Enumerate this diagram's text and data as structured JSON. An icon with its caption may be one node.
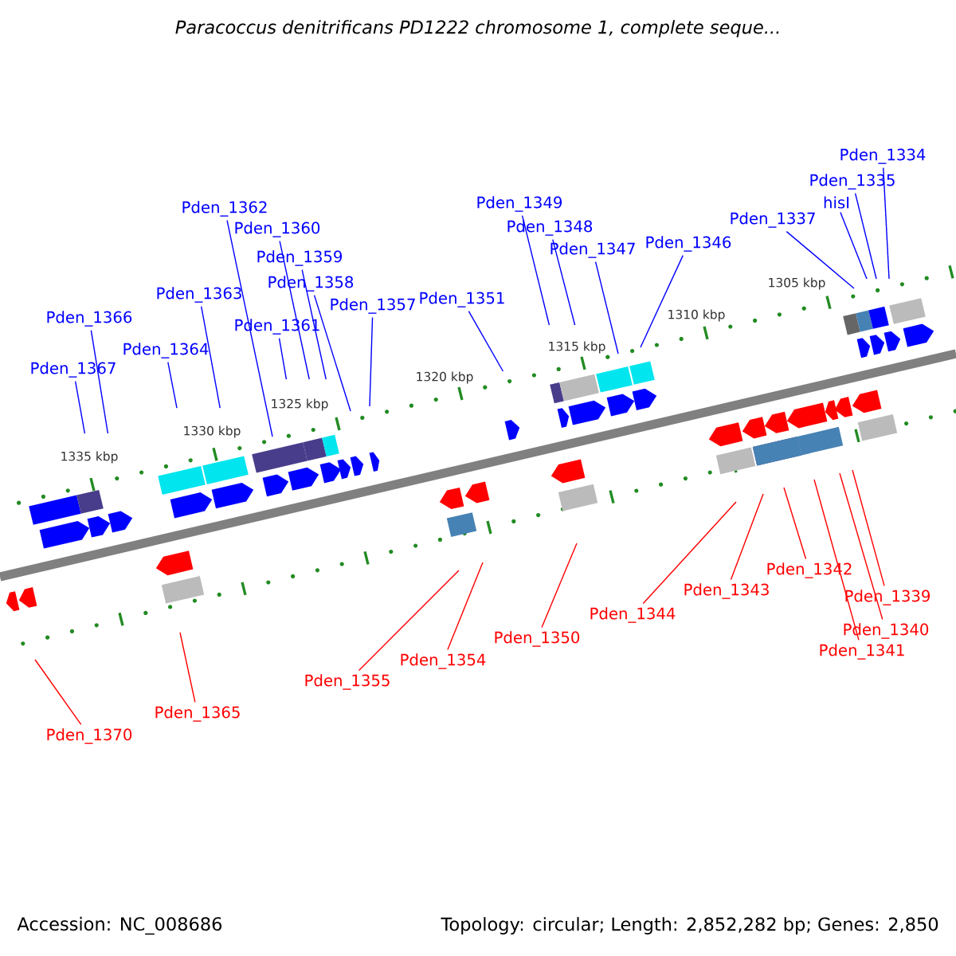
{
  "diagram": {
    "title": "Paracoccus denitrificans PD1222 chromosome 1, complete seque...",
    "nodes": [
      {
        "text": [
          "Pden_1334"
        ]
      },
      {
        "text": [
          "Pden_1335"
        ]
      },
      {
        "text": [
          "hisI"
        ]
      },
      {
        "text": [
          "Pden_1349"
        ]
      },
      {
        "text": [
          "Pden_1362"
        ]
      },
      {
        "text": [
          "Pden_1337"
        ]
      },
      {
        "text": [
          "Pden_1348"
        ]
      },
      {
        "text": [
          "Pden_1360"
        ]
      },
      {
        "text": [
          "Pden_1346"
        ]
      },
      {
        "text": [
          "Pden_1347"
        ]
      },
      {
        "text": [
          "Pden_1359"
        ]
      },
      {
        "text": [
          "Pden_1358"
        ]
      },
      {
        "text": [
          "Pden_1363"
        ]
      },
      {
        "text": [
          "Pden_1351"
        ]
      },
      {
        "text": [
          "Pden_1357"
        ]
      },
      {
        "text": [
          "Pden_1366"
        ]
      },
      {
        "text": [
          "Pden_1361"
        ]
      },
      {
        "text": [
          "Pden_1364"
        ]
      },
      {
        "text": [
          "Pden_1367"
        ]
      },
      {
        "text": [
          "Pden_1342"
        ]
      },
      {
        "text": [
          "Pden_1343"
        ]
      },
      {
        "text": [
          "Pden_1339"
        ]
      },
      {
        "text": [
          "Pden_1344"
        ]
      },
      {
        "text": [
          "Pden_1340"
        ]
      },
      {
        "text": [
          "Pden_1350"
        ]
      },
      {
        "text": [
          "Pden_1341"
        ]
      },
      {
        "text": [
          "Pden_1354"
        ]
      },
      {
        "text": [
          "Pden_1355"
        ]
      },
      {
        "text": [
          "Pden_1365"
        ]
      },
      {
        "text": [
          "Pden_1370"
        ]
      }
    ],
    "edges": [
      {
        "from": 0,
        "to": null,
        "arrow": "none"
      },
      {
        "from": 1,
        "to": null,
        "arrow": "none"
      },
      {
        "from": 2,
        "to": null,
        "arrow": "none"
      },
      {
        "from": 3,
        "to": null,
        "arrow": "none"
      },
      {
        "from": 4,
        "to": null,
        "arrow": "none"
      },
      {
        "from": 5,
        "to": null,
        "arrow": "none"
      },
      {
        "from": 6,
        "to": null,
        "arrow": "none"
      },
      {
        "from": 7,
        "to": null,
        "arrow": "none"
      },
      {
        "from": 8,
        "to": null,
        "arrow": "none"
      },
      {
        "from": 9,
        "to": null,
        "arrow": "none"
      },
      {
        "from": 10,
        "to": null,
        "arrow": "none"
      },
      {
        "from": 11,
        "to": null,
        "arrow": "none"
      },
      {
        "from": 12,
        "to": null,
        "arrow": "none"
      },
      {
        "from": 13,
        "to": null,
        "arrow": "none"
      },
      {
        "from": 14,
        "to": null,
        "arrow": "none"
      },
      {
        "from": 15,
        "to": null,
        "arrow": "none"
      },
      {
        "from": 16,
        "to": null,
        "arrow": "none"
      },
      {
        "from": 17,
        "to": null,
        "arrow": "none"
      },
      {
        "from": 18,
        "to": null,
        "arrow": "none"
      },
      {
        "from": 19,
        "to": null,
        "arrow": "none",
        "color": "#ff0000"
      },
      {
        "from": 20,
        "to": null,
        "arrow": "none",
        "color": "#ff0000"
      },
      {
        "from": 21,
        "to": null,
        "arrow": "none",
        "color": "#ff0000"
      },
      {
        "from": 22,
        "to": null,
        "arrow": "none",
        "color": "#ff0000"
      },
      {
        "from": 23,
        "to": null,
        "arrow": "none",
        "color": "#ff0000"
      },
      {
        "from": 24,
        "to": null,
        "arrow": "none",
        "color": "#ff0000"
      },
      {
        "from": 25,
        "to": null,
        "arrow": "none",
        "color": "#ff0000"
      },
      {
        "from": 26,
        "to": null,
        "arrow": "none",
        "color": "#ff0000"
      },
      {
        "from": 27,
        "to": null,
        "arrow": "none",
        "color": "#ff0000"
      },
      {
        "from": 28,
        "to": null,
        "arrow": "none",
        "color": "#ff0000"
      },
      {
        "from": 29,
        "to": null,
        "arrow": "none",
        "color": "#ff0000"
      }
    ],
    "labels": [
      "1305 kbp",
      "1310 kbp",
      "1315 kbp",
      "1320 kbp",
      "1325 kbp",
      "1330 kbp",
      "1335 kbp",
      "Accession: NC_008686",
      "Topology: circular; Length: 2,852,282 bp; Genes: 2,850"
    ]
  }
}
